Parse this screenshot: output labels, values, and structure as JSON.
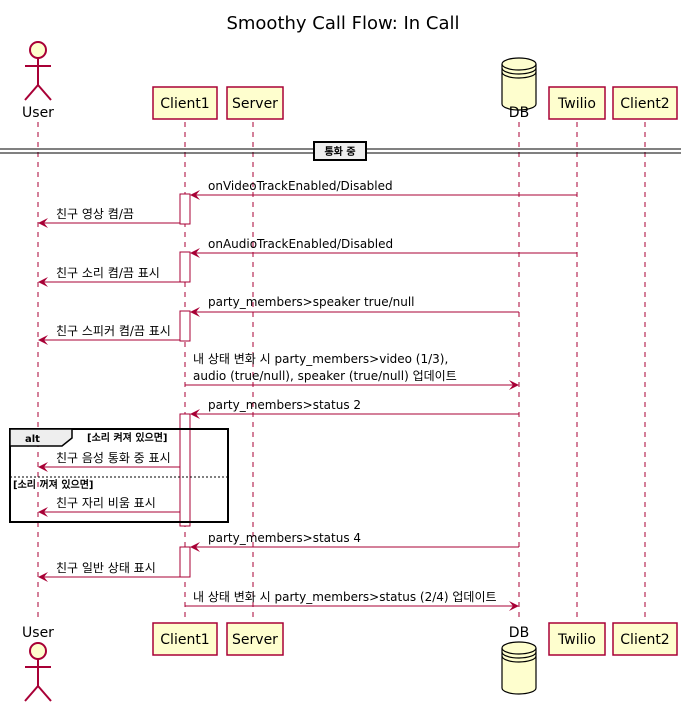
{
  "diagram": {
    "title": "Smoothy Call Flow: In Call",
    "participants": {
      "user": "User",
      "client1": "Client1",
      "server": "Server",
      "db": "DB",
      "twilio": "Twilio",
      "client2": "Client2"
    },
    "divider_label": "통화 중",
    "messages": {
      "m1": "onVideoTrackEnabled/Disabled",
      "m2": "친구 영상 켬/끔",
      "m3": "onAudioTrackEnabled/Disabled",
      "m4": "친구 소리 켬/끔 표시",
      "m5": "party_members>speaker true/null",
      "m6": "친구 스피커 켬/끔 표시",
      "m7_line1": "내 상태 변화 시 party_members>video (1/3),",
      "m7_line2": "audio (true/null), speaker (true/null) 업데이트",
      "m8": "party_members>status 2",
      "m9": "친구 음성 통화 중 표시",
      "m10": "친구 자리 비움 표시",
      "m11": "party_members>status 4",
      "m12": "친구 일반 상태 표시",
      "m13": "내 상태 변화 시 party_members>status (2/4) 업데이트"
    },
    "alt": {
      "keyword": "alt",
      "condition1": "[소리 켜져 있으면]",
      "condition2": "[소리 꺼져 있으면]"
    },
    "colors": {
      "arrow": "#a80036",
      "box_fill": "#fefece",
      "box_stroke": "#a80036",
      "lifeline": "#a80036"
    }
  }
}
